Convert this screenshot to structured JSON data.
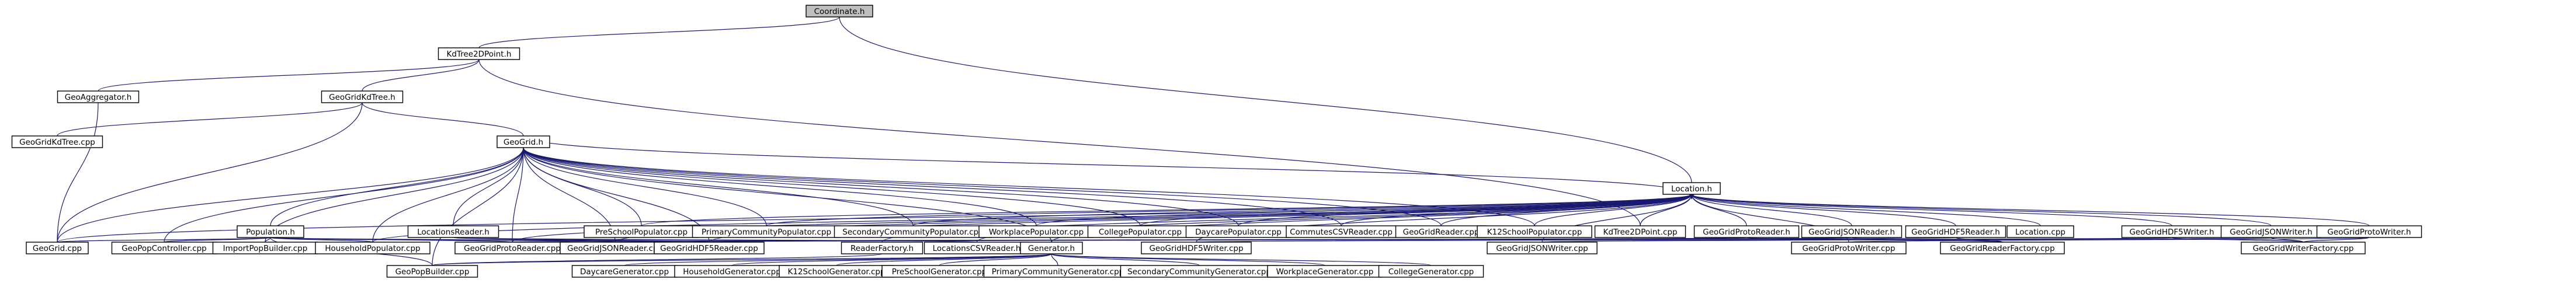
{
  "graph": {
    "nodes": [
      {
        "id": "coordinate",
        "label": "Coordinate.h",
        "fill": "#bfbfbf",
        "border": "#000000",
        "text": "#000000"
      },
      {
        "id": "kdtree2dpoint_h",
        "label": "KdTree2DPoint.h",
        "fill": "#ffffff",
        "border": "#000000",
        "text": "#000000"
      },
      {
        "id": "geoaggregator",
        "label": "GeoAggregator.h",
        "fill": "#ffffff",
        "border": "#000000",
        "text": "#000000"
      },
      {
        "id": "geogridkdtree_h",
        "label": "GeoGridKdTree.h",
        "fill": "#ffffff",
        "border": "#000000",
        "text": "#000000"
      },
      {
        "id": "geogridkdtree_cpp",
        "label": "GeoGridKdTree.cpp",
        "fill": "#ffffff",
        "border": "#000000",
        "text": "#000000"
      },
      {
        "id": "geogrid_h",
        "label": "GeoGrid.h",
        "fill": "#ffffff",
        "border": "#000000",
        "text": "#000000"
      },
      {
        "id": "location_h",
        "label": "Location.h",
        "fill": "#ffffff",
        "border": "#000000",
        "text": "#000000"
      },
      {
        "id": "population_h",
        "label": "Population.h",
        "fill": "#ffffff",
        "border": "#ff0000",
        "text": "#ff0000"
      },
      {
        "id": "locationsreader_h",
        "label": "LocationsReader.h",
        "fill": "#ffffff",
        "border": "#000000",
        "text": "#000000"
      },
      {
        "id": "preschoolpop",
        "label": "PreSchoolPopulator.cpp",
        "fill": "#ffffff",
        "border": "#000000",
        "text": "#000000"
      },
      {
        "id": "primarycommpop",
        "label": "PrimaryCommunityPopulator.cpp",
        "fill": "#ffffff",
        "border": "#000000",
        "text": "#000000"
      },
      {
        "id": "secondarycommpop",
        "label": "SecondaryCommunityPopulator.cpp",
        "fill": "#ffffff",
        "border": "#000000",
        "text": "#000000"
      },
      {
        "id": "workplacepop",
        "label": "WorkplacePopulator.cpp",
        "fill": "#ffffff",
        "border": "#000000",
        "text": "#000000"
      },
      {
        "id": "collegepop",
        "label": "CollegePopulator.cpp",
        "fill": "#ffffff",
        "border": "#000000",
        "text": "#000000"
      },
      {
        "id": "daycarepop",
        "label": "DaycarePopulator.cpp",
        "fill": "#ffffff",
        "border": "#000000",
        "text": "#000000"
      },
      {
        "id": "commutescsvreader",
        "label": "CommutesCSVReader.cpp",
        "fill": "#ffffff",
        "border": "#000000",
        "text": "#000000"
      },
      {
        "id": "geogridreader_cpp",
        "label": "GeoGridReader.cpp",
        "fill": "#ffffff",
        "border": "#000000",
        "text": "#000000"
      },
      {
        "id": "k12schoolpop",
        "label": "K12SchoolPopulator.cpp",
        "fill": "#ffffff",
        "border": "#000000",
        "text": "#000000"
      },
      {
        "id": "kdtree2dpoint_cpp",
        "label": "KdTree2DPoint.cpp",
        "fill": "#ffffff",
        "border": "#000000",
        "text": "#000000"
      },
      {
        "id": "geogridprotoreader_h",
        "label": "GeoGridProtoReader.h",
        "fill": "#ffffff",
        "border": "#000000",
        "text": "#000000"
      },
      {
        "id": "geogridjsonreader_h",
        "label": "GeoGridJSONReader.h",
        "fill": "#ffffff",
        "border": "#000000",
        "text": "#000000"
      },
      {
        "id": "geogridhdf5reader_h",
        "label": "GeoGridHDF5Reader.h",
        "fill": "#ffffff",
        "border": "#000000",
        "text": "#000000"
      },
      {
        "id": "location_cpp",
        "label": "Location.cpp",
        "fill": "#ffffff",
        "border": "#000000",
        "text": "#000000"
      },
      {
        "id": "geogridhdf5writer_h",
        "label": "GeoGridHDF5Writer.h",
        "fill": "#ffffff",
        "border": "#000000",
        "text": "#000000"
      },
      {
        "id": "geogridjsonwriter_h",
        "label": "GeoGridJSONWriter.h",
        "fill": "#ffffff",
        "border": "#000000",
        "text": "#000000"
      },
      {
        "id": "geogridprotowriter_h",
        "label": "GeoGridProtoWriter.h",
        "fill": "#ffffff",
        "border": "#000000",
        "text": "#000000"
      },
      {
        "id": "geogrid_cpp",
        "label": "GeoGrid.cpp",
        "fill": "#ffffff",
        "border": "#000000",
        "text": "#000000"
      },
      {
        "id": "geopopcontroller",
        "label": "GeoPopController.cpp",
        "fill": "#ffffff",
        "border": "#000000",
        "text": "#000000"
      },
      {
        "id": "importpopbuilder",
        "label": "ImportPopBuilder.cpp",
        "fill": "#ffffff",
        "border": "#000000",
        "text": "#000000"
      },
      {
        "id": "householdpop",
        "label": "HouseholdPopulator.cpp",
        "fill": "#ffffff",
        "border": "#000000",
        "text": "#000000"
      },
      {
        "id": "geogridprotoreader_cpp",
        "label": "GeoGridProtoReader.cpp",
        "fill": "#ffffff",
        "border": "#000000",
        "text": "#000000"
      },
      {
        "id": "geogridjsonreader_cpp",
        "label": "GeoGridJSONReader.cpp",
        "fill": "#ffffff",
        "border": "#000000",
        "text": "#000000"
      },
      {
        "id": "geogridhdf5reader_cpp",
        "label": "GeoGridHDF5Reader.cpp",
        "fill": "#ffffff",
        "border": "#000000",
        "text": "#000000"
      },
      {
        "id": "readerfactory_h",
        "label": "ReaderFactory.h",
        "fill": "#ffffff",
        "border": "#ff0000",
        "text": "#ff0000"
      },
      {
        "id": "locationscsvreader_h",
        "label": "LocationsCSVReader.h",
        "fill": "#ffffff",
        "border": "#ff0000",
        "text": "#ff0000"
      },
      {
        "id": "generator_h",
        "label": "Generator.h",
        "fill": "#ffffff",
        "border": "#000000",
        "text": "#000000"
      },
      {
        "id": "geogridhdf5writer_cpp",
        "label": "GeoGridHDF5Writer.cpp",
        "fill": "#ffffff",
        "border": "#000000",
        "text": "#000000"
      },
      {
        "id": "geogridjsonwriter_cpp",
        "label": "GeoGridJSONWriter.cpp",
        "fill": "#ffffff",
        "border": "#000000",
        "text": "#000000"
      },
      {
        "id": "geogridprotowriter_cpp",
        "label": "GeoGridProtoWriter.cpp",
        "fill": "#ffffff",
        "border": "#000000",
        "text": "#000000"
      },
      {
        "id": "geogridreaderfactory",
        "label": "GeoGridReaderFactory.cpp",
        "fill": "#ffffff",
        "border": "#000000",
        "text": "#000000"
      },
      {
        "id": "geogridwriterfactory",
        "label": "GeoGridWriterFactory.cpp",
        "fill": "#ffffff",
        "border": "#000000",
        "text": "#000000"
      },
      {
        "id": "geopopbuilder",
        "label": "GeoPopBuilder.cpp",
        "fill": "#ffffff",
        "border": "#000000",
        "text": "#000000"
      },
      {
        "id": "daycaregen",
        "label": "DaycareGenerator.cpp",
        "fill": "#ffffff",
        "border": "#000000",
        "text": "#000000"
      },
      {
        "id": "householdgen",
        "label": "HouseholdGenerator.cpp",
        "fill": "#ffffff",
        "border": "#000000",
        "text": "#000000"
      },
      {
        "id": "k12schoolgen",
        "label": "K12SchoolGenerator.cpp",
        "fill": "#ffffff",
        "border": "#000000",
        "text": "#000000"
      },
      {
        "id": "preschoolgen",
        "label": "PreSchoolGenerator.cpp",
        "fill": "#ffffff",
        "border": "#000000",
        "text": "#000000"
      },
      {
        "id": "primarycommgen",
        "label": "PrimaryCommunityGenerator.cpp",
        "fill": "#ffffff",
        "border": "#000000",
        "text": "#000000"
      },
      {
        "id": "secondarycommgen",
        "label": "SecondaryCommunityGenerator.cpp",
        "fill": "#ffffff",
        "border": "#000000",
        "text": "#000000"
      },
      {
        "id": "workplacegen",
        "label": "WorkplaceGenerator.cpp",
        "fill": "#ffffff",
        "border": "#000000",
        "text": "#000000"
      },
      {
        "id": "collegegen",
        "label": "CollegeGenerator.cpp",
        "fill": "#ffffff",
        "border": "#000000",
        "text": "#000000"
      }
    ],
    "edges": [
      [
        "coordinate",
        "kdtree2dpoint_h"
      ],
      [
        "coordinate",
        "location_h"
      ],
      [
        "kdtree2dpoint_h",
        "geoaggregator"
      ],
      [
        "kdtree2dpoint_h",
        "geogridkdtree_h"
      ],
      [
        "kdtree2dpoint_h",
        "kdtree2dpoint_cpp"
      ],
      [
        "geoaggregator",
        "geogrid_cpp"
      ],
      [
        "geogridkdtree_h",
        "geogridkdtree_cpp"
      ],
      [
        "geogridkdtree_h",
        "geogrid_h"
      ],
      [
        "geogridkdtree_h",
        "geogrid_cpp"
      ],
      [
        "geogrid_h",
        "population_h"
      ],
      [
        "geogrid_h",
        "locationsreader_h"
      ],
      [
        "geogrid_h",
        "preschoolpop"
      ],
      [
        "geogrid_h",
        "primarycommpop"
      ],
      [
        "geogrid_h",
        "secondarycommpop"
      ],
      [
        "geogrid_h",
        "workplacepop"
      ],
      [
        "geogrid_h",
        "collegepop"
      ],
      [
        "geogrid_h",
        "daycarepop"
      ],
      [
        "geogrid_h",
        "commutescsvreader"
      ],
      [
        "geogrid_h",
        "geogridreader_cpp"
      ],
      [
        "geogrid_h",
        "k12schoolpop"
      ],
      [
        "geogrid_h",
        "geogrid_cpp"
      ],
      [
        "geogrid_h",
        "geopopcontroller"
      ],
      [
        "geogrid_h",
        "importpopbuilder"
      ],
      [
        "geogrid_h",
        "householdpop"
      ],
      [
        "geogrid_h",
        "geogridprotoreader_cpp"
      ],
      [
        "geogrid_h",
        "geogridjsonreader_cpp"
      ],
      [
        "geogrid_h",
        "geogridhdf5reader_cpp"
      ],
      [
        "geogrid_h",
        "generator_h"
      ],
      [
        "geogrid_h",
        "geopopbuilder"
      ],
      [
        "location_h",
        "geogrid_h"
      ],
      [
        "location_h",
        "preschoolpop"
      ],
      [
        "location_h",
        "primarycommpop"
      ],
      [
        "location_h",
        "secondarycommpop"
      ],
      [
        "location_h",
        "workplacepop"
      ],
      [
        "location_h",
        "collegepop"
      ],
      [
        "location_h",
        "daycarepop"
      ],
      [
        "location_h",
        "commutescsvreader"
      ],
      [
        "location_h",
        "geogridreader_cpp"
      ],
      [
        "location_h",
        "k12schoolpop"
      ],
      [
        "location_h",
        "kdtree2dpoint_cpp"
      ],
      [
        "location_h",
        "geogridprotoreader_h"
      ],
      [
        "location_h",
        "geogridjsonreader_h"
      ],
      [
        "location_h",
        "geogridhdf5reader_h"
      ],
      [
        "location_h",
        "location_cpp"
      ],
      [
        "location_h",
        "geogridhdf5writer_h"
      ],
      [
        "location_h",
        "geogridjsonwriter_h"
      ],
      [
        "location_h",
        "geogridprotowriter_h"
      ],
      [
        "location_h",
        "geogrid_cpp"
      ],
      [
        "location_h",
        "householdpop"
      ],
      [
        "location_h",
        "geogridprotoreader_cpp"
      ],
      [
        "location_h",
        "geogridjsonreader_cpp"
      ],
      [
        "location_h",
        "geogridhdf5reader_cpp"
      ],
      [
        "location_h",
        "readerfactory_h"
      ],
      [
        "location_h",
        "locationscsvreader_h"
      ],
      [
        "location_h",
        "generator_h"
      ],
      [
        "location_h",
        "geogridhdf5writer_cpp"
      ],
      [
        "location_h",
        "geogridjsonwriter_cpp"
      ],
      [
        "location_h",
        "geogridprotowriter_cpp"
      ],
      [
        "population_h",
        "geogrid_cpp"
      ],
      [
        "population_h",
        "geopopcontroller"
      ],
      [
        "population_h",
        "importpopbuilder"
      ],
      [
        "population_h",
        "householdpop"
      ],
      [
        "population_h",
        "geogridprotoreader_cpp"
      ],
      [
        "population_h",
        "geogridjsonreader_cpp"
      ],
      [
        "population_h",
        "geogridhdf5reader_cpp"
      ],
      [
        "population_h",
        "geopopbuilder"
      ],
      [
        "locationsreader_h",
        "geogridhdf5reader_cpp"
      ],
      [
        "locationsreader_h",
        "locationscsvreader_h"
      ],
      [
        "geogridprotoreader_h",
        "geogridprotoreader_cpp"
      ],
      [
        "geogridprotoreader_h",
        "geogridreaderfactory"
      ],
      [
        "geogridjsonreader_h",
        "geogridjsonreader_cpp"
      ],
      [
        "geogridjsonreader_h",
        "geogridreaderfactory"
      ],
      [
        "geogridhdf5reader_h",
        "geogridhdf5reader_cpp"
      ],
      [
        "geogridhdf5reader_h",
        "geogridreaderfactory"
      ],
      [
        "geogridhdf5writer_h",
        "geogridhdf5writer_cpp"
      ],
      [
        "geogridhdf5writer_h",
        "geogridwriterfactory"
      ],
      [
        "geogridjsonwriter_h",
        "geogridjsonwriter_cpp"
      ],
      [
        "geogridjsonwriter_h",
        "geogridwriterfactory"
      ],
      [
        "geogridprotowriter_h",
        "geogridprotowriter_cpp"
      ],
      [
        "geogridprotowriter_h",
        "geogridwriterfactory"
      ],
      [
        "readerfactory_h",
        "geopopbuilder"
      ],
      [
        "generator_h",
        "geopopbuilder"
      ],
      [
        "generator_h",
        "daycaregen"
      ],
      [
        "generator_h",
        "householdgen"
      ],
      [
        "generator_h",
        "k12schoolgen"
      ],
      [
        "generator_h",
        "preschoolgen"
      ],
      [
        "generator_h",
        "primarycommgen"
      ],
      [
        "generator_h",
        "secondarycommgen"
      ],
      [
        "generator_h",
        "workplacegen"
      ],
      [
        "generator_h",
        "collegegen"
      ]
    ]
  }
}
